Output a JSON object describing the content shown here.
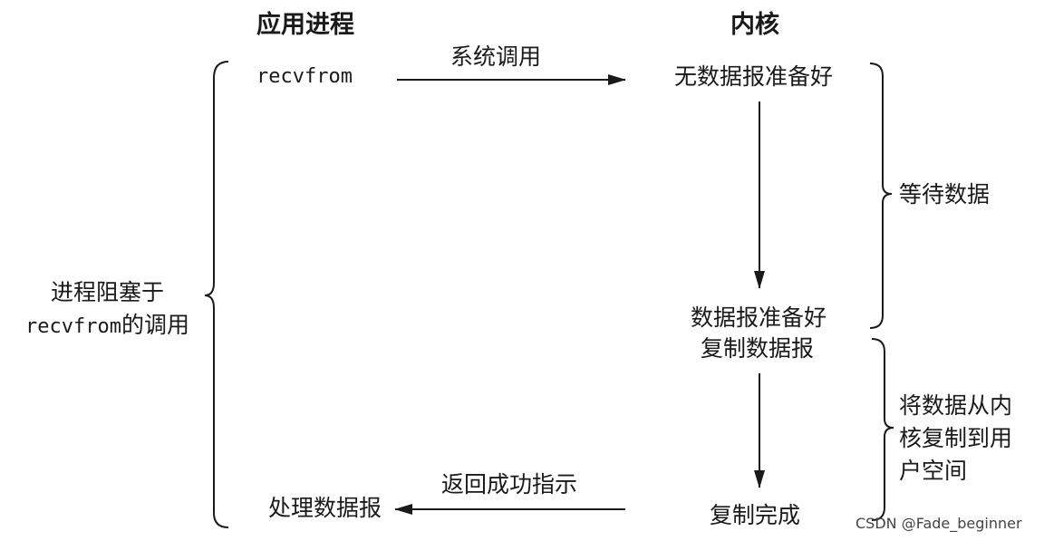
{
  "headers": {
    "app_process": "应用进程",
    "kernel": "内核"
  },
  "app": {
    "recvfrom": "recvfrom",
    "process_data": "处理数据报"
  },
  "calls": {
    "system_call": "系统调用",
    "return_success": "返回成功指示"
  },
  "kernel_states": {
    "no_datagram": "无数据报准备好",
    "datagram_ready": "数据报准备好",
    "copy_datagram": "复制数据报",
    "copy_complete": "复制完成"
  },
  "phases": {
    "wait_data": "等待数据",
    "copy_lines": [
      "将数据从内",
      "核复制到用",
      "户空间"
    ]
  },
  "blocked": {
    "line1": "进程阻塞于",
    "line2_mono": "recvfrom",
    "line2_rest": "的调用"
  },
  "watermark": "CSDN @Fade_beginner",
  "colors": {
    "stroke": "#1a1a1a",
    "text": "#1a1a1a"
  }
}
